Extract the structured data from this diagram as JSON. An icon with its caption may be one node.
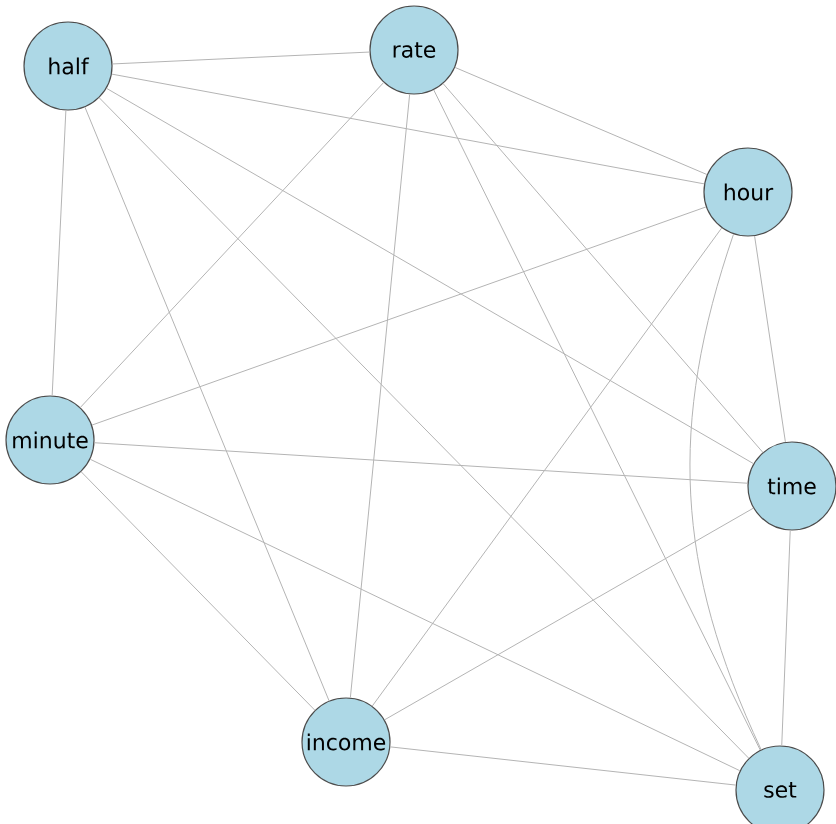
{
  "diagram": {
    "nodes": [
      {
        "text": [
          "half"
        ]
      },
      {
        "text": [
          "rate"
        ]
      },
      {
        "text": [
          "hour"
        ]
      },
      {
        "text": [
          "minute"
        ]
      },
      {
        "text": [
          "time"
        ]
      },
      {
        "text": [
          "income"
        ]
      },
      {
        "text": [
          "set"
        ]
      }
    ],
    "edges": [
      {
        "from": 0,
        "to": 1,
        "arrow": "none"
      },
      {
        "from": 0,
        "to": 2,
        "arrow": "none"
      },
      {
        "from": 0,
        "to": 3,
        "arrow": "none"
      },
      {
        "from": 0,
        "to": 4,
        "arrow": "none"
      },
      {
        "from": 0,
        "to": 5,
        "arrow": "none"
      },
      {
        "from": 0,
        "to": 6,
        "arrow": "none"
      },
      {
        "from": 1,
        "to": 2,
        "arrow": "none"
      },
      {
        "from": 1,
        "to": 3,
        "arrow": "none"
      },
      {
        "from": 1,
        "to": 4,
        "arrow": "none"
      },
      {
        "from": 1,
        "to": 5,
        "arrow": "none"
      },
      {
        "from": 1,
        "to": 6,
        "arrow": "none"
      },
      {
        "from": 2,
        "to": 3,
        "arrow": "none"
      },
      {
        "from": 2,
        "to": 4,
        "arrow": "none"
      },
      {
        "from": 2,
        "to": 5,
        "arrow": "none"
      },
      {
        "from": 2,
        "to": 6,
        "arrow": "none"
      },
      {
        "from": 3,
        "to": 4,
        "arrow": "none"
      },
      {
        "from": 3,
        "to": 5,
        "arrow": "none"
      },
      {
        "from": 3,
        "to": 6,
        "arrow": "none"
      },
      {
        "from": 4,
        "to": 5,
        "arrow": "none"
      },
      {
        "from": 4,
        "to": 6,
        "arrow": "none"
      },
      {
        "from": 5,
        "to": 6,
        "arrow": "none"
      }
    ]
  }
}
